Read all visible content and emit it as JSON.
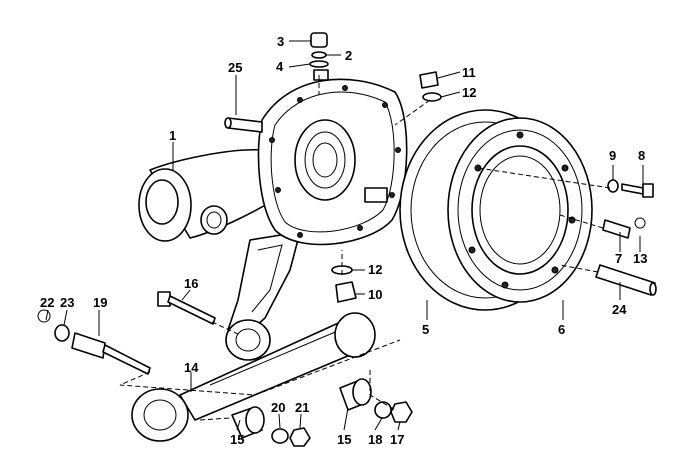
{
  "diagram": {
    "callouts": [
      "1",
      "2",
      "3",
      "4",
      "5",
      "6",
      "7",
      "8",
      "9",
      "10",
      "11",
      "12",
      "12",
      "13",
      "14",
      "15",
      "15",
      "16",
      "17",
      "18",
      "19",
      "20",
      "21",
      "22",
      "23",
      "24",
      "25"
    ]
  }
}
